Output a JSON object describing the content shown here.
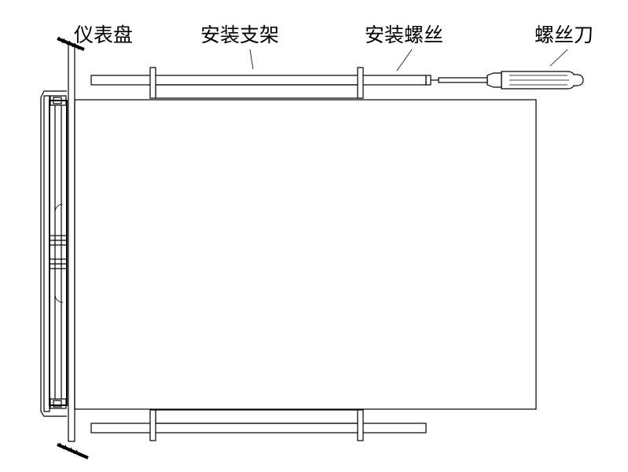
{
  "labels": {
    "panel": "仪表盘",
    "bracket": "安装支架",
    "screw": "安装螺丝",
    "screwdriver": "螺丝刀"
  }
}
